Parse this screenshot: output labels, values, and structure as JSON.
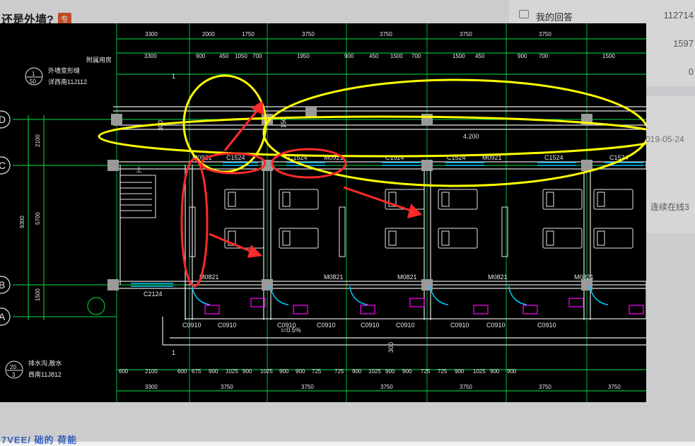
{
  "question": {
    "title": "还是外墙?",
    "badge": "专"
  },
  "stats": [
    {
      "icon": "comment-icon",
      "label": "我的回答",
      "value": "112714"
    },
    {
      "value": "1597"
    },
    {
      "value": "0"
    }
  ],
  "date_partial": "019-05-24",
  "online_label": "连续在线3",
  "logo_text": "7VEE/ 础的 荷能",
  "drawing": {
    "top_dims_row1": [
      "3300",
      "2000",
      "1750",
      "3750",
      "3750",
      "3750",
      "3750"
    ],
    "top_dims_row2": [
      "3300",
      "900",
      "450",
      "1050",
      "700",
      "1950",
      "900",
      "450",
      "1500",
      "700",
      "1500",
      "450",
      "900",
      "700",
      "1500"
    ],
    "axis_labels": [
      "D",
      "C",
      "B",
      "A"
    ],
    "left_dims": [
      "2100",
      "5700",
      "1500",
      "9300"
    ],
    "windows_top": [
      "M0921",
      "C1524",
      "C1524",
      "M0921",
      "C1524",
      "C1524",
      "M0921",
      "C1524",
      "C1524"
    ],
    "doors_mid": [
      "M0821",
      "M0821",
      "M0821",
      "M0821",
      "M0821"
    ],
    "window_left": "C2124",
    "windows_bottom": [
      "C0910",
      "C0910",
      "C0910",
      "C0910",
      "C0910",
      "C0910",
      "C0910",
      "C0910",
      "C0910"
    ],
    "left_notes": [
      "外墙变形缝",
      "详西南11J112",
      "附属用房",
      "排水沟,散水",
      "西南11J812"
    ],
    "note_number_top": [
      "1",
      "50"
    ],
    "note_number_bottom": [
      "20",
      "3"
    ],
    "bottom_dims_row1": [
      "600",
      "2100",
      "600",
      "675",
      "900",
      "1025",
      "900",
      "1025",
      "900",
      "900",
      "725",
      "725",
      "900",
      "1025",
      "900",
      "900",
      "725",
      "725",
      "900",
      "1025",
      "900",
      "900"
    ],
    "bottom_dims_row2": [
      "3300",
      "3750",
      "3750",
      "3750",
      "3750",
      "3750",
      "3750"
    ],
    "slope_label": "i=0.5%",
    "extra_labels": [
      "1",
      "1",
      "上",
      "4.200",
      "300",
      "150",
      "300"
    ]
  },
  "colors": {
    "cad_bg": "#000000",
    "dim_green": "#00e04a",
    "annotation_yellow": "#ffff00",
    "annotation_red": "#ff2a2a",
    "window_cyan": "#00c8ff",
    "sink_magenta": "#ff00ff"
  }
}
